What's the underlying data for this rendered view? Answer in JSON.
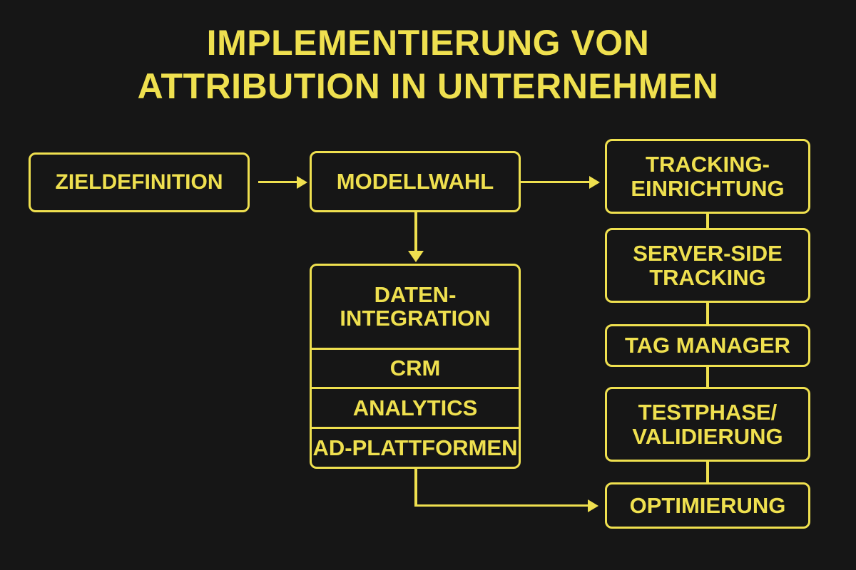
{
  "theme": {
    "background": "#161616",
    "accent": "#EFE04F"
  },
  "title": "IMPLEMENTIERUNG VON\nATTRIBUTION IN UNTERNEHMEN",
  "diagram": {
    "type": "flowchart",
    "nodes": {
      "zieldefinition": "ZIELDEFINITION",
      "modellwahl": "MODELLWAHL",
      "tracking_einrichtung": "TRACKING-\nEINRICHTUNG",
      "server_side_tracking": "SERVER-SIDE\nTRACKING",
      "tag_manager": "TAG MANAGER",
      "testphase_validierung": "TESTPHASE/\nVALIDIERUNG",
      "optimierung": "OPTIMIERUNG"
    },
    "data_integration_group": {
      "header": "DATEN-\nINTEGRATION",
      "rows": [
        "CRM",
        "ANALYTICS",
        "AD-PLATTFORMEN"
      ]
    },
    "right_column_order": [
      "TRACKING-EINRICHTUNG",
      "SERVER-SIDE TRACKING",
      "TAG MANAGER",
      "TESTPHASE/VALIDIERUNG",
      "OPTIMIERUNG"
    ],
    "connections": [
      {
        "from": "ZIELDEFINITION",
        "to": "MODELLWAHL",
        "style": "arrow-right"
      },
      {
        "from": "MODELLWAHL",
        "to": "TRACKING-EINRICHTUNG",
        "style": "arrow-right"
      },
      {
        "from": "MODELLWAHL",
        "to": "DATEN-INTEGRATION",
        "style": "arrow-down"
      },
      {
        "from": "TRACKING-EINRICHTUNG",
        "to": "SERVER-SIDE TRACKING",
        "style": "line"
      },
      {
        "from": "SERVER-SIDE TRACKING",
        "to": "TAG MANAGER",
        "style": "line"
      },
      {
        "from": "TAG MANAGER",
        "to": "TESTPHASE/VALIDIERUNG",
        "style": "line"
      },
      {
        "from": "TESTPHASE/VALIDIERUNG",
        "to": "OPTIMIERUNG",
        "style": "line"
      },
      {
        "from": "AD-PLATTFORMEN",
        "to": "OPTIMIERUNG",
        "style": "elbow-arrow-right"
      }
    ]
  }
}
